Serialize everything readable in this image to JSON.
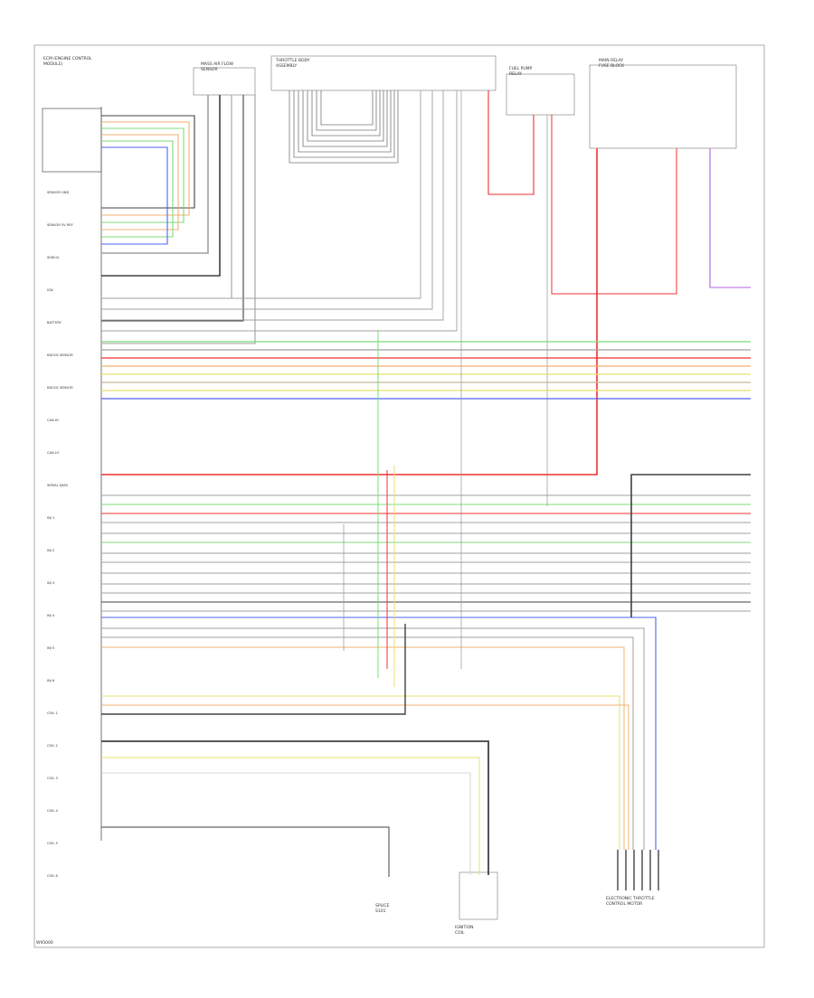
{
  "figure_code": "W95000",
  "ecm_header": [
    "ECM (ENGINE CONTROL",
    "MODULE)"
  ],
  "ecm_pins_left": [
    "SENSOR GND",
    "SENSOR 5V REF",
    "SHIELD",
    "IGN",
    "BATTERY",
    "KNOCK SENSOR",
    "KNOCK SENSOR",
    "CAN HI",
    "CAN LO",
    "SERIAL DATA",
    "INJ 1",
    "INJ 2",
    "INJ 3",
    "INJ 4",
    "INJ 5",
    "INJ 6",
    "COIL 1",
    "COIL 2",
    "COIL 3",
    "COIL 4",
    "COIL 5",
    "COIL 6"
  ],
  "wire_colors": {
    "green": "#7bdc7b",
    "orange": "#f0b070",
    "red": "#f03030",
    "blue": "#5060f0",
    "yellow": "#e8e070",
    "gray": "#a0a0a0",
    "black": "#404040",
    "pink": "#f090a0",
    "violet": "#b060e0",
    "tan": "#c8b89a"
  },
  "components": {
    "top_left": [
      "MASS AIR FLOW",
      "SENSOR"
    ],
    "top_mid": [
      "THROTTLE BODY",
      "ASSEMBLY"
    ],
    "top_right_mid": [
      "FUEL PUMP",
      "RELAY"
    ],
    "top_right": [
      "MAIN RELAY",
      "FUSE BLOCK"
    ],
    "bottom_mid": [
      "IGNITION",
      "COIL"
    ],
    "bottom_right": [
      "ELECTRONIC THROTTLE",
      "CONTROL MOTOR"
    ],
    "splice": [
      "SPLICE",
      "S101"
    ]
  }
}
